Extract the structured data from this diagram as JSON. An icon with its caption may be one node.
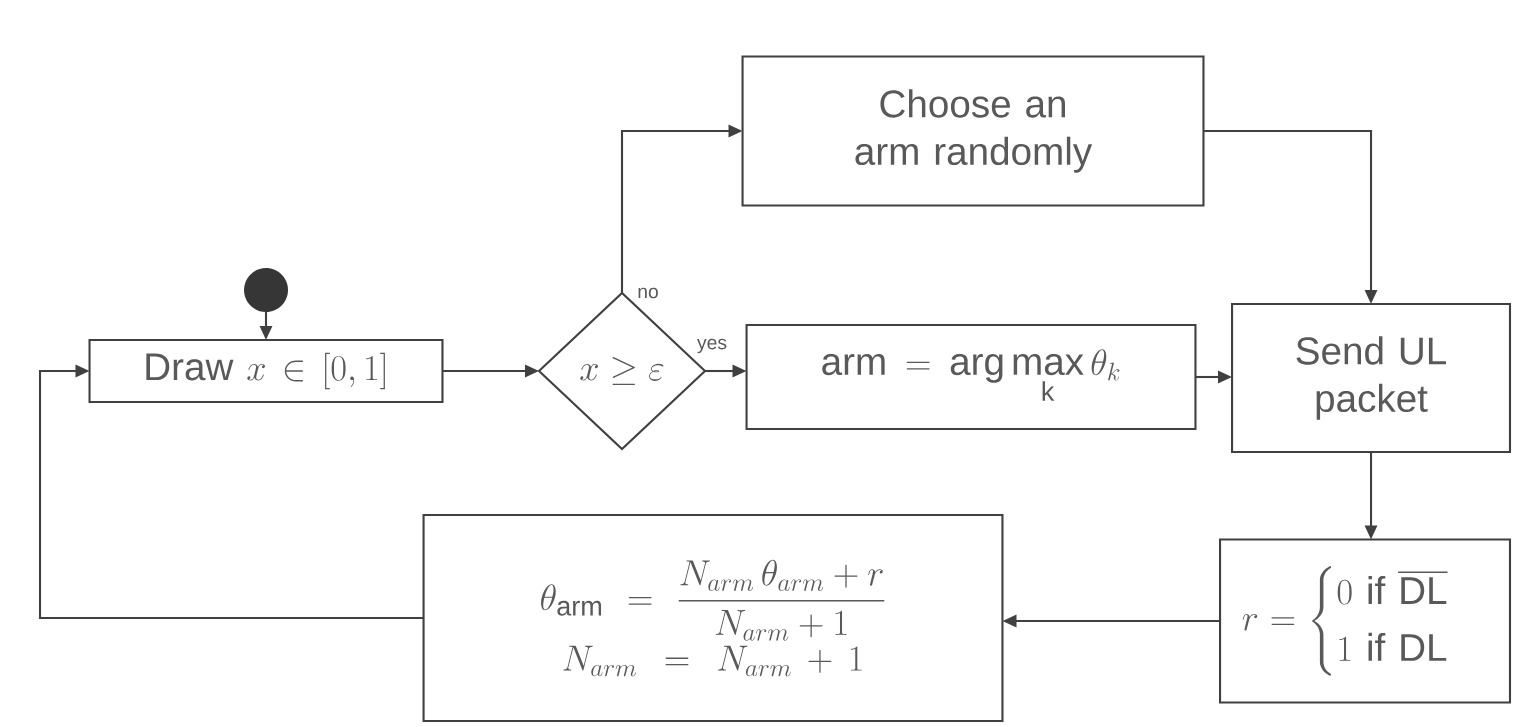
{
  "diagram": {
    "nodes": [
      {
        "text": [],
        "shape": "circle"
      },
      {
        "text": [
          "\\text{Draw } x \\in [0,1]"
        ]
      },
      {
        "text": [
          "x \\geq \\varepsilon"
        ]
      },
      {
        "text": [
          "Choose an arm randomly"
        ]
      },
      {
        "text": [
          "\\mathrm{arm} = \\arg\\max_{\\mathrm{k}} \\theta_k"
        ]
      },
      {
        "text": [
          "Send UL packet"
        ]
      },
      {
        "text": [
          "r = \\begin{cases} 0 \\mathrm{\\ if\\ } \\overline{\\mathrm{DL}} \\\\ 1 \\mathrm{\\ if\\ } \\mathrm{DL} \\end{cases}"
        ]
      },
      {
        "text": [
          "\\theta_{\\mathrm{arm}} = \\frac{N_{arm}\\,\\theta_{arm} + r}{N_{arm} + 1}",
          "N_{arm} = N_{arm} + 1"
        ]
      }
    ],
    "edges": [
      {
        "from": 0,
        "to": 1,
        "arrow": "to"
      },
      {
        "from": 1,
        "to": 2,
        "arrow": "to"
      },
      {
        "from": 2,
        "to": 3,
        "arrow": "to",
        "label": "no"
      },
      {
        "from": 2,
        "to": 4,
        "arrow": "to",
        "label": "yes"
      },
      {
        "from": 3,
        "to": 5,
        "arrow": "to"
      },
      {
        "from": 4,
        "to": 5,
        "arrow": "to"
      },
      {
        "from": 5,
        "to": 6,
        "arrow": "to"
      },
      {
        "from": 6,
        "to": 7,
        "arrow": "to"
      },
      {
        "from": 7,
        "to": 1,
        "arrow": "to"
      }
    ]
  }
}
